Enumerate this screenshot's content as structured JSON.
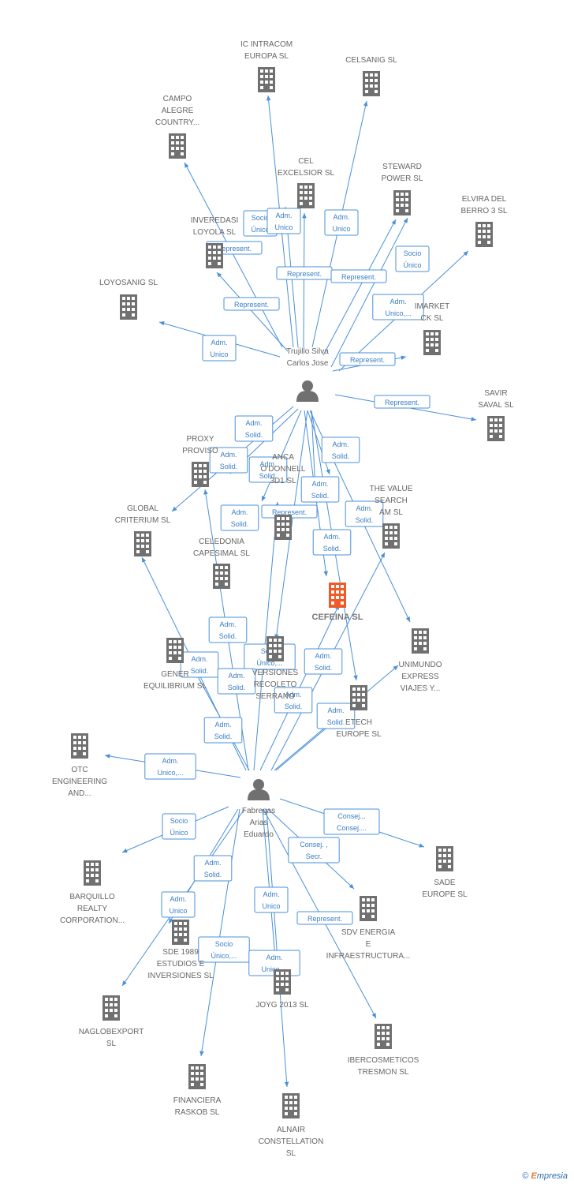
{
  "colors": {
    "edge": "#4a90d9",
    "building": "#707070",
    "focus": "#f05a28",
    "person": "#707070"
  },
  "persons": [
    {
      "id": "p1",
      "lines": [
        "Trujillo Silva",
        "Carlos Jose"
      ]
    },
    {
      "id": "p2",
      "lines": [
        "Fabregas",
        "Arias",
        "Eduardo"
      ]
    }
  ],
  "companies": [
    {
      "id": "ic",
      "lines": [
        "IC INTRACOM",
        "EUROPA  SL"
      ]
    },
    {
      "id": "celsanig",
      "lines": [
        "CELSANIG  SL"
      ]
    },
    {
      "id": "campo",
      "lines": [
        "CAMPO",
        "ALEGRE",
        "COUNTRY..."
      ]
    },
    {
      "id": "celexc",
      "lines": [
        "CEL",
        "EXCELSIOR SL"
      ]
    },
    {
      "id": "steward",
      "lines": [
        "STEWARD",
        "POWER SL"
      ]
    },
    {
      "id": "elvira",
      "lines": [
        "ELVIRA DEL",
        "BERRO 3  SL"
      ]
    },
    {
      "id": "inveredasi",
      "lines": [
        "INVEREDASI",
        "LOYOLA SL"
      ]
    },
    {
      "id": "loyosanig",
      "lines": [
        "LOYOSANIG  SL"
      ]
    },
    {
      "id": "imarket",
      "lines": [
        "IMARKET",
        "CK SL"
      ]
    },
    {
      "id": "savir",
      "lines": [
        "SAVIR",
        "SAVAL SL"
      ]
    },
    {
      "id": "proxy",
      "lines": [
        "PROXY",
        "PROVISO"
      ]
    },
    {
      "id": "global",
      "lines": [
        "GLOBAL",
        "CRITERIUM  SL"
      ]
    },
    {
      "id": "odonnell",
      "lines": [
        "ANCA",
        "O'DONNELL",
        "3D1  SL"
      ]
    },
    {
      "id": "value",
      "lines": [
        "THE VALUE",
        "SEARCH",
        "AM  SL"
      ]
    },
    {
      "id": "celedonia",
      "lines": [
        "CELEDONIA",
        "CAPESIMAL  SL"
      ]
    },
    {
      "id": "cefeina",
      "lines": [
        "CEFEINA  SL"
      ]
    },
    {
      "id": "unimundo",
      "lines": [
        "UNIMUNDO",
        "EXPRESS",
        "VIAJES Y..."
      ]
    },
    {
      "id": "generali",
      "lines": [
        "GENER",
        "EQUILIBRIUM SL"
      ]
    },
    {
      "id": "recoleto",
      "lines": [
        "VERSIONES",
        "RECOLETO",
        "SERRANO"
      ]
    },
    {
      "id": "etech",
      "lines": [
        "ETECH",
        "EUROPE SL"
      ]
    },
    {
      "id": "otc",
      "lines": [
        "OTC",
        "ENGINEERING",
        "AND..."
      ]
    },
    {
      "id": "sade",
      "lines": [
        "SADE",
        "EUROPE SL"
      ]
    },
    {
      "id": "barquillo",
      "lines": [
        "BARQUILLO",
        "REALTY",
        "CORPORATION..."
      ]
    },
    {
      "id": "sdv",
      "lines": [
        "SDV ENERGIA",
        "E",
        "INFRAESTRUCTURA..."
      ]
    },
    {
      "id": "sde",
      "lines": [
        "SDE 1989",
        "ESTUDIOS E",
        "INVERSIONES SL"
      ]
    },
    {
      "id": "joyg",
      "lines": [
        "JOYG 2013  SL"
      ]
    },
    {
      "id": "naglob",
      "lines": [
        "NAGLOBEXPORT",
        "SL"
      ]
    },
    {
      "id": "ibercos",
      "lines": [
        "IBERCOSMETICOS",
        "TRESMON SL"
      ]
    },
    {
      "id": "financiera",
      "lines": [
        "FINANCIERA",
        "RASKOB SL"
      ]
    },
    {
      "id": "alnair",
      "lines": [
        "ALNAIR",
        "CONSTELLATION",
        "SL"
      ]
    }
  ],
  "edge_labels": [
    {
      "lines": [
        "Socio",
        "Único"
      ]
    },
    {
      "lines": [
        "Adm.",
        "Unico"
      ]
    },
    {
      "lines": [
        "Adm.",
        "Unico"
      ]
    },
    {
      "lines": [
        "Represent."
      ]
    },
    {
      "lines": [
        "Represent."
      ]
    },
    {
      "lines": [
        "Represent."
      ]
    },
    {
      "lines": [
        "Socio",
        "Único"
      ]
    },
    {
      "lines": [
        "Represent."
      ]
    },
    {
      "lines": [
        "Adm.",
        "Unico,..."
      ]
    },
    {
      "lines": [
        "Adm.",
        "Unico"
      ]
    },
    {
      "lines": [
        "Represent."
      ]
    },
    {
      "lines": [
        "Represent."
      ]
    },
    {
      "lines": [
        "Adm.",
        "Solid."
      ]
    },
    {
      "lines": [
        "Adm.",
        "Solid."
      ]
    },
    {
      "lines": [
        "Adm.",
        "Solid."
      ]
    },
    {
      "lines": [
        "Adm.",
        "Solid."
      ]
    },
    {
      "lines": [
        "Adm.",
        "Solid."
      ]
    },
    {
      "lines": [
        "Adm.",
        "Solid."
      ]
    },
    {
      "lines": [
        "Represent."
      ]
    },
    {
      "lines": [
        "Adm.",
        "Solid."
      ]
    },
    {
      "lines": [
        "Adm.",
        "Solid."
      ]
    },
    {
      "lines": [
        "Adm.",
        "Solid."
      ]
    },
    {
      "lines": [
        "Socio",
        "Único,..."
      ]
    },
    {
      "lines": [
        "Adm.",
        "Solid."
      ]
    },
    {
      "lines": [
        "Adm.",
        "Solid."
      ]
    },
    {
      "lines": [
        "Adm.",
        "Solid."
      ]
    },
    {
      "lines": [
        "Adm.",
        "Solid."
      ]
    },
    {
      "lines": [
        "Adm.",
        "Solid."
      ]
    },
    {
      "lines": [
        "Adm.",
        "Solid."
      ]
    },
    {
      "lines": [
        "Adm.",
        "Unico,..."
      ]
    },
    {
      "lines": [
        "Consej.,.",
        "Consej...."
      ]
    },
    {
      "lines": [
        "Socio",
        "Único"
      ]
    },
    {
      "lines": [
        "Consej. ,",
        "Secr."
      ]
    },
    {
      "lines": [
        "Adm.",
        "Solid."
      ]
    },
    {
      "lines": [
        "Adm.",
        "Unico"
      ]
    },
    {
      "lines": [
        "Adm.",
        "Unico"
      ]
    },
    {
      "lines": [
        "Represent."
      ]
    },
    {
      "lines": [
        "Socio",
        "Único,..."
      ]
    },
    {
      "lines": [
        "Adm.",
        "Unico,..."
      ]
    }
  ],
  "footer": {
    "copyright": "©",
    "brand_e": "E",
    "brand_rest": "mpresia"
  }
}
